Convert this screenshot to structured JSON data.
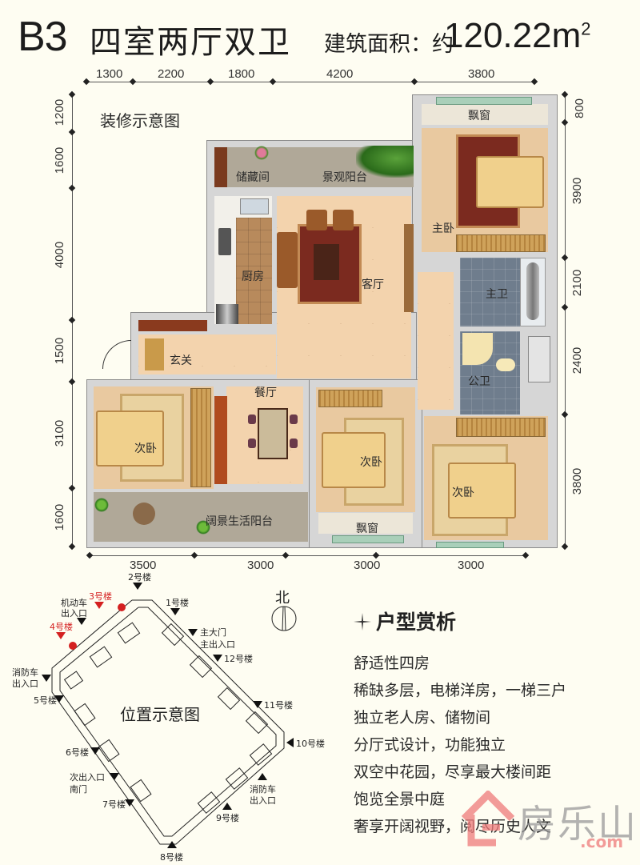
{
  "header": {
    "unit_code": "B3",
    "layout": "四室两厅双卫",
    "area_label": "建筑面积：约",
    "area_value": "120.22m",
    "area_unit_sup": "2"
  },
  "floorplan": {
    "caption": "装修示意图",
    "dims_top": [
      "1300",
      "2200",
      "1800",
      "4200",
      "3800"
    ],
    "dims_bottom": [
      "3500",
      "3000",
      "3000",
      "3000"
    ],
    "dims_left": [
      "1200",
      "1600",
      "4000",
      "1500",
      "3100",
      "1600"
    ],
    "dims_right": [
      "800",
      "3900",
      "2100",
      "2400",
      "3800"
    ],
    "rooms": {
      "storage": "储藏间",
      "landscape_balcony": "景观阳台",
      "kitchen": "厨房",
      "living_room": "客厅",
      "master_bedroom": "主卧",
      "bay_window_top": "飘窗",
      "master_bath": "主卫",
      "entrance": "玄关",
      "dining_room": "餐厅",
      "public_bath": "公卫",
      "second_bedroom_left": "次卧",
      "second_bedroom_mid": "次卧",
      "second_bedroom_right": "次卧",
      "bay_window_bottom": "飘窗",
      "living_balcony": "阔景生活阳台"
    }
  },
  "site_plan": {
    "caption": "位置示意图",
    "north_label": "北",
    "markers": {
      "b2": "2号楼",
      "b3": "3号楼",
      "b1": "1号楼",
      "vehicle_entry_1": "机动车",
      "vehicle_entry_2": "出入口",
      "b4": "4号楼",
      "main_gate_1": "主大门",
      "main_gate_2": "主出入口",
      "b12": "12号楼",
      "fire_entry_1": "消防车",
      "fire_entry_2": "出入口",
      "b5": "5号楼",
      "b11": "11号楼",
      "b10": "10号楼",
      "b6": "6号楼",
      "secondary_entry_1": "次出入口",
      "secondary_entry_2": "南门",
      "fire_entry_se_1": "消防车",
      "fire_entry_se_2": "出入口",
      "b7": "7号楼",
      "b9": "9号楼",
      "b8": "8号楼"
    },
    "highlight_color": "#d42020"
  },
  "analysis": {
    "title": "户型赏析",
    "items": [
      "舒适性四房",
      "稀缺多层，电梯洋房，一梯三户",
      "独立老人房、储物间",
      "分厅式设计，功能独立",
      "双空中花园，尽享最大楼间距",
      "饱览全景中庭",
      "奢享开阔视野，阅尽历史人文"
    ]
  },
  "watermark": {
    "brand": "房乐山",
    "domain": ".com"
  }
}
